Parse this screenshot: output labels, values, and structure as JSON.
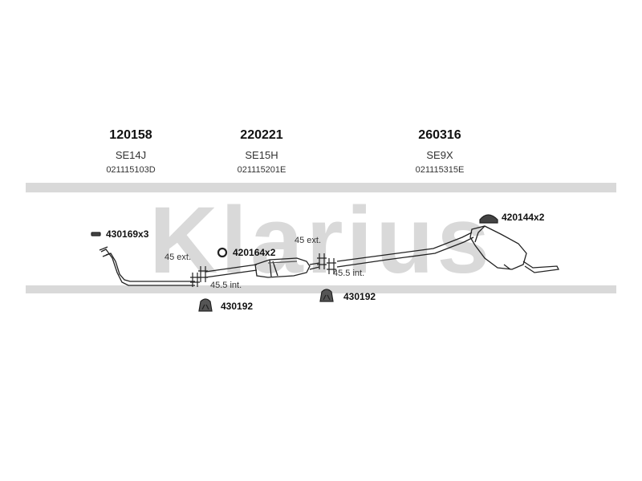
{
  "watermark": {
    "text": "Klarius",
    "color": "#d8d8d8"
  },
  "sections": [
    {
      "part_number": "120158",
      "code": "SE14J",
      "oem": "021115103D"
    },
    {
      "part_number": "220221",
      "code": "SE15H",
      "oem": "021115201E"
    },
    {
      "part_number": "260316",
      "code": "SE9X",
      "oem": "021115315E"
    }
  ],
  "fittings": {
    "clamp_front": "430169x3",
    "ring": "420164x2",
    "rubber_rear": "420144x2",
    "hanger_1": "430192",
    "hanger_2": "430192"
  },
  "dimensions": {
    "ext_1": "45 ext.",
    "int_1": "45.5 int.",
    "ext_2": "45 ext.",
    "int_2": "45.5 int."
  },
  "colors": {
    "line": "#222222",
    "watermark": "#d8d8d8"
  }
}
